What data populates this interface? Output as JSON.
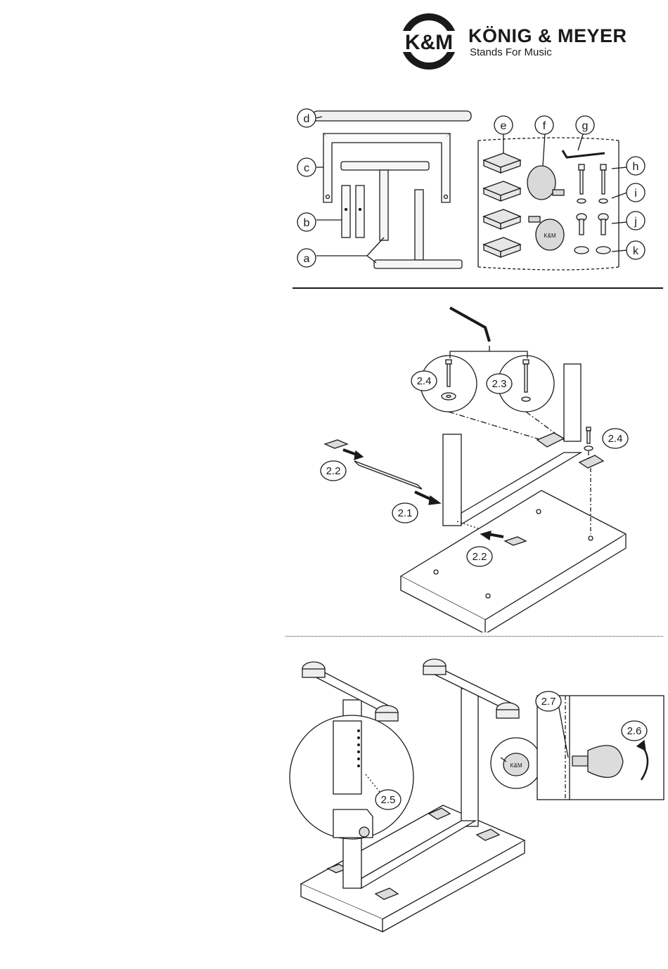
{
  "brand": {
    "logo_text": "K&M",
    "name": "KÖNIG & MEYER",
    "tagline": "Stands For Music"
  },
  "parts": {
    "labels": [
      "a",
      "b",
      "c",
      "d",
      "e",
      "f",
      "g",
      "h",
      "i",
      "j",
      "k"
    ]
  },
  "steps": {
    "s2_1": "2.1",
    "s2_2": "2.2",
    "s2_3": "2.3",
    "s2_4": "2.4",
    "s2_5": "2.5",
    "s2_6": "2.6",
    "s2_7": "2.7"
  }
}
